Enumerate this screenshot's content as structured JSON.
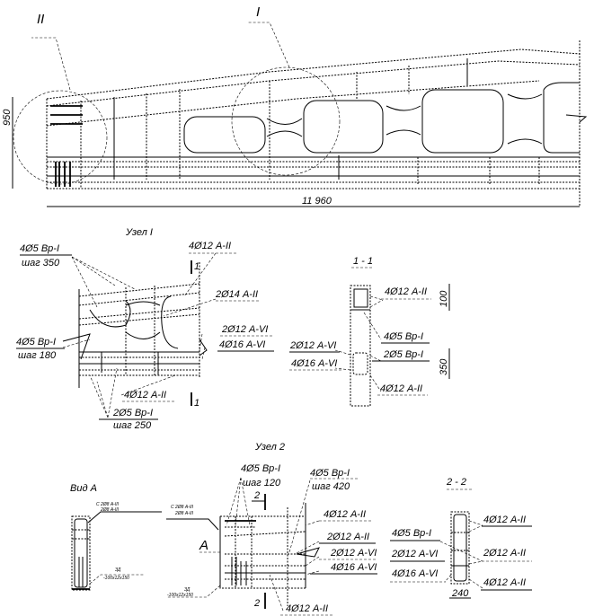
{
  "elevation": {
    "node_mark_1": "I",
    "node_mark_2": "II",
    "height_dim": "950",
    "length_dim": "11 960"
  },
  "node1": {
    "title": "Узел I",
    "labels": [
      {
        "top": "4Ø5 Вр-I",
        "bottom": "шаг 350"
      },
      {
        "top": "4Ø12 А-II"
      },
      {
        "top": "2Ø14 А-II"
      },
      {
        "top": "2Ø12 А-VI"
      },
      {
        "top": "4Ø16 А-VI"
      },
      {
        "top": "4Ø5 Вр-I",
        "bottom": "шаг 180"
      },
      {
        "top": "4Ø12 А-II"
      },
      {
        "top": "2Ø5 Вр-I",
        "bottom": "шаг 250"
      }
    ],
    "section_mark": "1"
  },
  "section1": {
    "title": "1 - 1",
    "labels": [
      "4Ø12 А-II",
      "4Ø5 Вр-I",
      "2Ø5 Вр-I",
      "2Ø12 А-VI",
      "4Ø16 А-VI",
      "4Ø12 А-II"
    ],
    "dim_top": "100",
    "dim_bottom": "350"
  },
  "view_a": {
    "title": "Вид А",
    "note_top_1": "С 2Ø8 А-III",
    "note_top_2": "2Ø8 А-III",
    "note_bottom_1": "ЗД",
    "note_bottom_2": "-100х12х150"
  },
  "node2": {
    "title": "Узел 2",
    "labels": [
      {
        "top": "4Ø5 Вр-I",
        "bottom": "шаг 120"
      },
      {
        "top": "4Ø5 Вр-I",
        "bottom": "шаг 420"
      },
      {
        "top": "4Ø12 А-II"
      },
      {
        "top": "2Ø12 А-II"
      },
      {
        "top": "2Ø12 А-VI"
      },
      {
        "top": "4Ø16 А-VI"
      },
      {
        "top": "4Ø12 А-II"
      }
    ],
    "section_mark": "2",
    "view_mark": "А",
    "note_top_1": "С 2Ø8 А-III",
    "note_top_2": "2Ø8 А-III",
    "note_bottom_1": "ЗД",
    "note_bottom_2": "-100х12х150"
  },
  "section2": {
    "title": "2 - 2",
    "labels": [
      "4Ø12 А-II",
      "4Ø5 Вр-I",
      "2Ø12 А-II",
      "2Ø12 А-VI",
      "4Ø16 А-VI",
      "4Ø12 А-II"
    ],
    "dim_width": "240"
  }
}
